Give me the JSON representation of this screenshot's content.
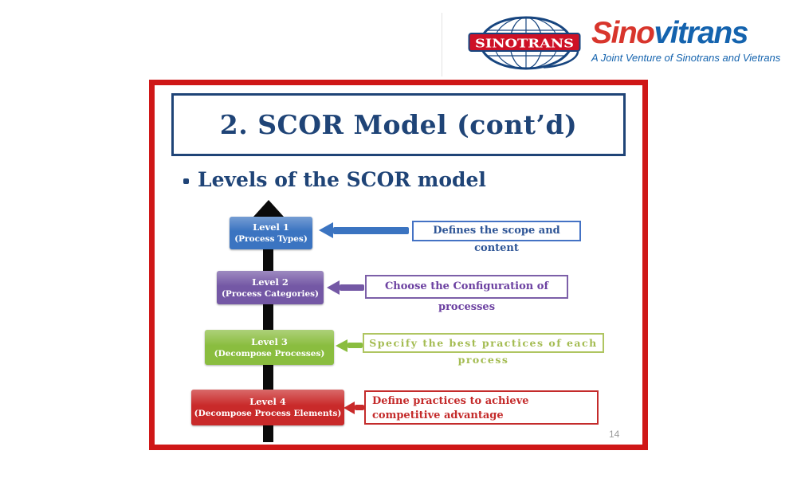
{
  "header": {
    "logo_banner": "SINOTRANS",
    "logo_blue": "#17457F",
    "logo_red": "#CE1126",
    "wordmark": {
      "part1": "Sino",
      "part2": "vitrans",
      "part1_color": "#D8352C",
      "part2_color": "#1463AE"
    },
    "tagline": "A Joint Venture of Sinotrans and Vietrans"
  },
  "slide": {
    "border_color": "#CF1717",
    "accent_navy": "#1F4477",
    "title": "2. SCOR Model (cont’d)",
    "bullet": "Levels of the SCOR model",
    "page_number": "14",
    "diagram": {
      "axis_arrow_color": "#0b0b0b",
      "levels": [
        {
          "label": "Level 1",
          "sublabel": "(Process Types)",
          "fill": "#3B74C1",
          "desc": "Defines the scope and content",
          "desc_text_color": "#2E5596",
          "desc_border_color": "#4472C4"
        },
        {
          "label": "Level 2",
          "sublabel": "(Process Categories)",
          "fill": "#7458A5",
          "desc": "Choose the Configuration of processes",
          "desc_text_color": "#6C41A1",
          "desc_border_color": "#7C5FA8"
        },
        {
          "label": "Level 3",
          "sublabel": "(Decompose Processes)",
          "fill": "#8ABD3F",
          "desc": "Specify the best practices of each process",
          "desc_text_color": "#A4BC52",
          "desc_border_color": "#AFC561"
        },
        {
          "label": "Level 4",
          "sublabel": "(Decompose Process Elements)",
          "fill": "#C92A2A",
          "desc": "Define practices to achieve competitive advantage",
          "desc_text_color": "#C42B2B",
          "desc_border_color": "#C42B2B"
        }
      ]
    }
  }
}
